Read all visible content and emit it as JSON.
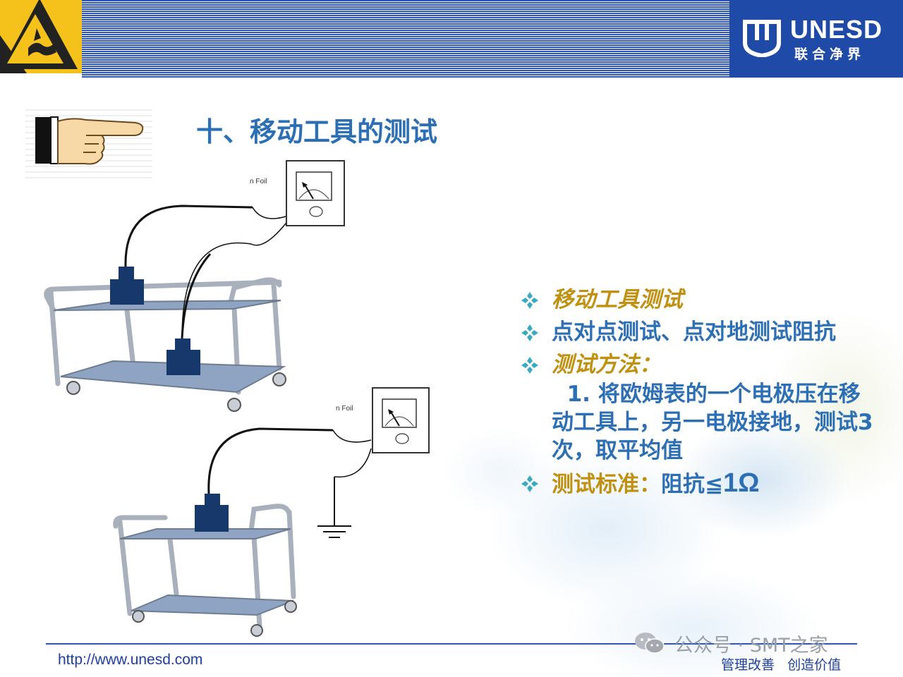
{
  "header": {
    "logo_text": "UNESD",
    "logo_sub": "联合净界",
    "brand_blue": "#1f4aa8",
    "badge_yellow": "#f4c21a"
  },
  "title": "十、移动工具的测试",
  "diagram": {
    "foil_label_1": "n Foil",
    "foil_label_2": "n Foil"
  },
  "bullets": [
    {
      "text": "移动工具测试"
    },
    {
      "text": "点对点测试、点对地测试阻抗"
    },
    {
      "text": "测试方法："
    },
    {
      "text": "  1. 将欧姆表的一个电极压在移动工具上，另一电极接地，测试3次，取平均值"
    },
    {
      "lead": "测试标准：",
      "rest": "阻抗≦",
      "value": "1Ω"
    }
  ],
  "footer": {
    "url": "http://www.unesd.com",
    "slogan": "管理改善   创造价值",
    "watermark": "公众号 · SMT之家"
  },
  "icons": [
    "esd-warning-icon",
    "pointing-hand-icon",
    "diamond-bullet-icon",
    "wechat-icon",
    "ground-symbol-icon",
    "ohmmeter-icon"
  ]
}
